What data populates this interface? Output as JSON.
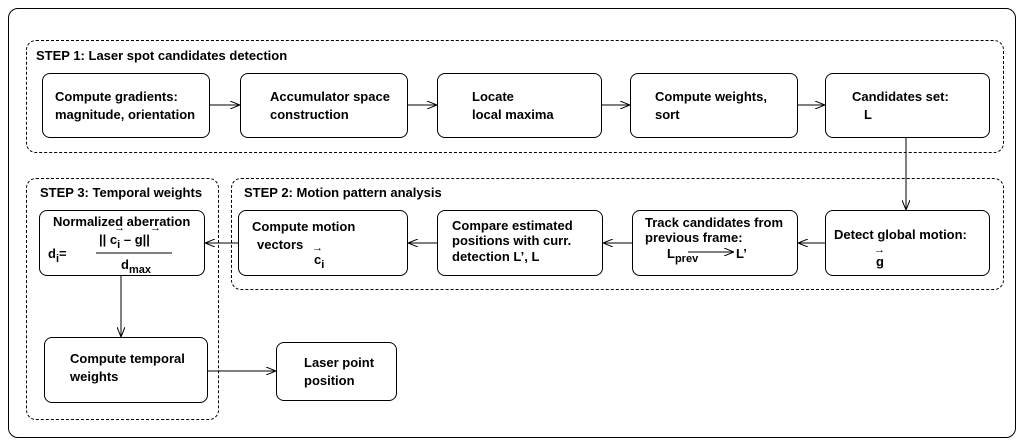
{
  "step1": {
    "title": "STEP 1: Laser spot candidates detection",
    "gradients": [
      "Compute gradients:",
      "magnitude, orientation"
    ],
    "accumulator": [
      "Accumulator space",
      "construction"
    ],
    "locate": [
      "Locate",
      "local maxima"
    ],
    "weights": [
      "Compute weights,",
      "sort"
    ],
    "candidates": [
      "Candidates set:",
      "L"
    ]
  },
  "step2": {
    "title": "STEP 2: Motion pattern analysis",
    "motion_vectors": [
      "Compute motion",
      "vectors",
      "c",
      "i"
    ],
    "compare": [
      "Compare estimated",
      "positions with curr.",
      "detection L’, L"
    ],
    "track": [
      "Track candidates from",
      "previous frame:",
      "L",
      "prev",
      "L’"
    ],
    "global": [
      "Detect global motion:",
      "g"
    ]
  },
  "step3": {
    "title": "STEP 3: Temporal weights",
    "aberration": {
      "title": "Normalized aberration",
      "lhs": "d",
      "lhs_sub": "i",
      "eq": "=",
      "num_left": "||",
      "num_c": "c",
      "num_c_sub": "i",
      "num_minus": "–",
      "num_g": "g",
      "num_right": "||",
      "den": "d",
      "den_sub": "max"
    },
    "temporal": [
      "Compute temporal",
      "weights"
    ]
  },
  "result": [
    "Laser point",
    "position"
  ]
}
